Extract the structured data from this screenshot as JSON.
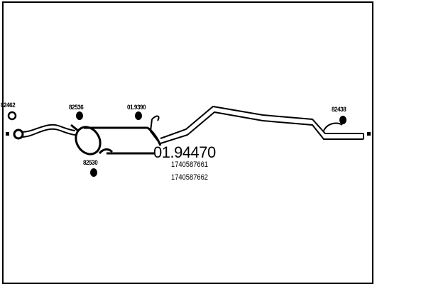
{
  "diagram": {
    "main_part_number": "01.94470",
    "oem_numbers": [
      "1740587661",
      "1740587662"
    ],
    "part_labels": [
      {
        "id": "clamp-left",
        "text": "82462"
      },
      {
        "id": "hanger-front",
        "text": "82536"
      },
      {
        "id": "hanger-mid",
        "text": "01.9390"
      },
      {
        "id": "hanger-bottom",
        "text": "82530"
      },
      {
        "id": "hanger-rear",
        "text": "82438"
      }
    ],
    "colors": {
      "line": "#000000",
      "background": "#ffffff"
    }
  }
}
